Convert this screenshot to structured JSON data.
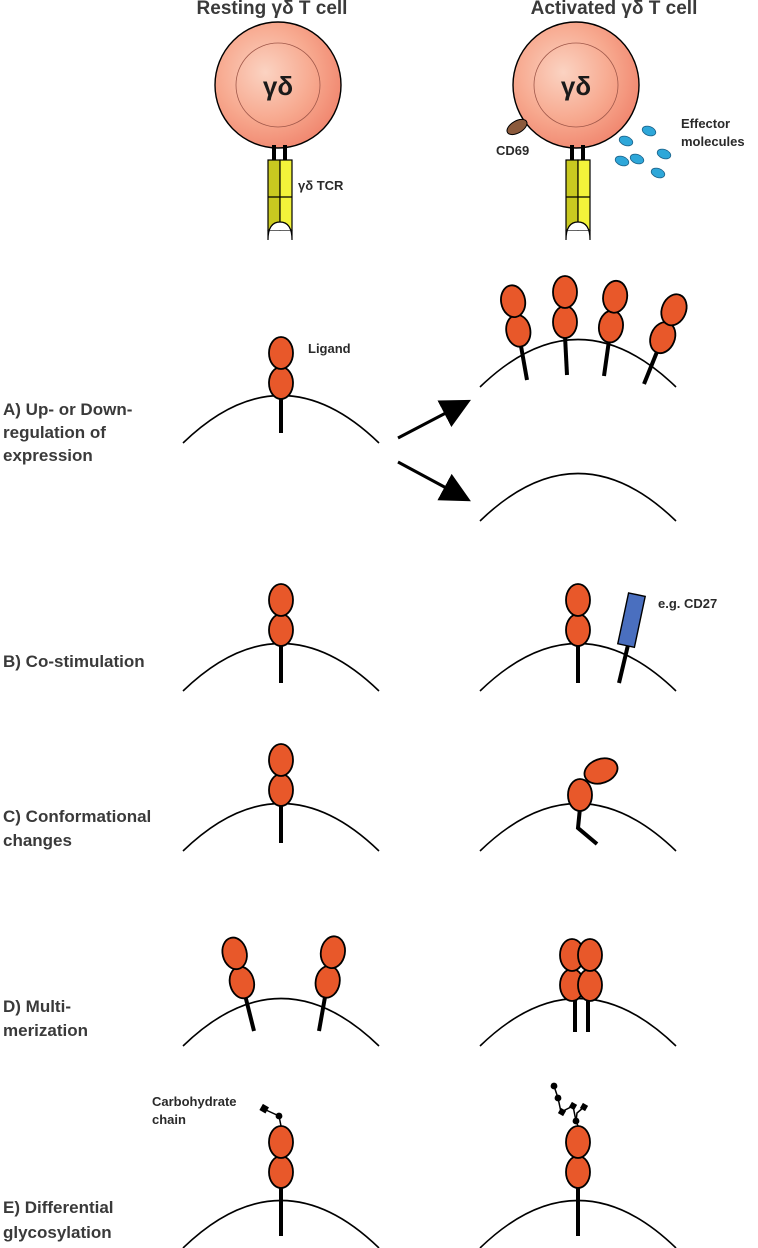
{
  "headers": {
    "resting": "Resting γδ T cell",
    "activated": "Activated γδ T cell"
  },
  "cell_labels": {
    "nucleus": "γδ",
    "tcr": "γδ TCR",
    "cd69": "CD69",
    "effector_line1": "Effector",
    "effector_line2": "molecules"
  },
  "ligand_label": "Ligand",
  "cd27_label": "e.g. CD27",
  "carbohydrate_line1": "Carbohydrate",
  "carbohydrate_line2": "chain",
  "sections": {
    "a_line1": "A) Up- or Down-",
    "a_line2": "regulation of",
    "a_line3": "expression",
    "b_line1": "B) Co-stimulation",
    "c_line1": "C) Conformational",
    "c_line2": "changes",
    "d_line1": "D) Multi-",
    "d_line2": "merization",
    "e_line1": "E) Differential",
    "e_line2": "glycosylation"
  },
  "colors": {
    "ligand": "#e8582a",
    "cd27": "#4a6fbf",
    "tcr": "#e6e62a",
    "cd69": "#8b5a3c",
    "effector": "#2ea7d9",
    "cell_fill": "#f6a98f"
  }
}
